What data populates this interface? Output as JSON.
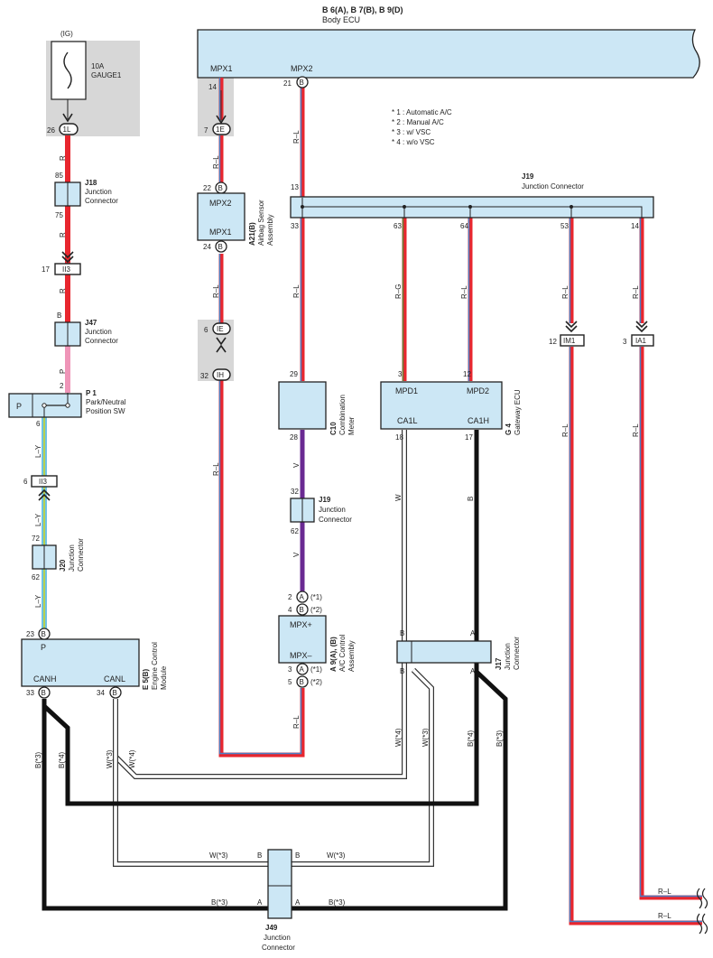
{
  "header": {
    "ecu_ref": "B 6(A), B 7(B), B 9(D)",
    "ecu_name": "Body ECU"
  },
  "notes": [
    "* 1 : Automatic A/C",
    "* 2 : Manual A/C",
    "* 3 : w/ VSC",
    "* 4 : w/o VSC"
  ],
  "fuse": {
    "supply": "(IG)",
    "rating": "10A",
    "name": "GAUGE1",
    "pin": "26",
    "connector": "1L"
  },
  "body_ecu": {
    "mpx1": "MPX1",
    "mpx2": "MPX2",
    "pin_mpx1": "14",
    "pin_mpx2": "21",
    "conn_mpx2": "B"
  },
  "conn_1e": {
    "pin": "7",
    "label": "1E"
  },
  "j18": {
    "ref": "J18",
    "name1": "Junction",
    "name2": "Connector",
    "pin_top": "85",
    "pin_bottom": "75"
  },
  "ii3_top": {
    "pin": "17",
    "label": "II3"
  },
  "j47": {
    "ref": "J47",
    "name1": "Junction",
    "name2": "Connector",
    "pin_top": "B",
    "pin_bottom": "2"
  },
  "p1": {
    "ref": "P 1",
    "name1": "Park/Neutral",
    "name2": "Position SW",
    "inside": "P",
    "pin_bottom": "6"
  },
  "ii3_mid": {
    "pin": "6",
    "label": "II3"
  },
  "j20": {
    "ref": "J20",
    "name1": "Junction",
    "name2": "Connector",
    "pin_top": "72",
    "pin_bottom": "62"
  },
  "ecm": {
    "ref": "E 5(B)",
    "name1": "Engine Control",
    "name2": "Module",
    "pin_p": "23",
    "conn": "B",
    "label_p": "P",
    "label_canh": "CANH",
    "label_canl": "CANL",
    "pin_canh": "33",
    "pin_canl": "34"
  },
  "airbag": {
    "ref": "A21(B)",
    "name1": "Airbag Sensor",
    "name2": "Assembly",
    "mpx2": "MPX2",
    "mpx1": "MPX1",
    "pin_top": "22",
    "pin_bottom": "24",
    "conn": "B"
  },
  "conn_ie": {
    "pin": "6",
    "label": "IE"
  },
  "conn_ih": {
    "pin": "32",
    "label": "IH"
  },
  "j19_top": {
    "ref": "J19",
    "name1": "Junction Connector",
    "pin_in": "13",
    "pin_33": "33",
    "pin_63": "63",
    "pin_64": "64",
    "pin_53": "53",
    "pin_14": "14"
  },
  "c10": {
    "ref": "C10",
    "name1": "Combination",
    "name2": "Meter",
    "pin_top": "29",
    "pin_bottom": "28"
  },
  "j19_mid": {
    "ref": "J19",
    "name1": "Junction",
    "name2": "Connector",
    "pin_top": "32",
    "pin_bottom": "62"
  },
  "ac": {
    "ref": "A 9(A), (B)",
    "name1": "A/C Control",
    "name2": "Assembly",
    "mpx_plus": "MPX+",
    "mpx_minus": "MPX–",
    "p_top1": "2",
    "c_top1": "A",
    "n_top1": "(*1)",
    "p_top2": "4",
    "c_top2": "B",
    "n_top2": "(*2)",
    "p_bot1": "3",
    "c_bot1": "A",
    "n_bot1": "(*1)",
    "p_bot2": "5",
    "c_bot2": "B",
    "n_bot2": "(*2)"
  },
  "gateway": {
    "ref": "G 4",
    "name1": "Gateway ECU",
    "mpd1": "MPD1",
    "mpd2": "MPD2",
    "ca1l": "CA1L",
    "ca1h": "CA1H",
    "pin_mpd1": "3",
    "pin_mpd2": "12",
    "pin_ca1l": "18",
    "pin_ca1h": "17"
  },
  "im1": {
    "pin": "12",
    "label": "IM1"
  },
  "ia1": {
    "pin": "3",
    "label": "IA1"
  },
  "j17": {
    "ref": "J17",
    "name1": "Junction",
    "name2": "Connector",
    "b_top": "B",
    "a_top": "A",
    "b_bot": "B",
    "a_bot": "A"
  },
  "j49": {
    "ref": "J49",
    "name1": "Junction",
    "name2": "Connector",
    "b_left": "B",
    "b_right": "B",
    "a_left": "A",
    "a_right": "A"
  },
  "wires": {
    "rl": "R–L",
    "r": "R",
    "p": "P",
    "ly": "L–Y",
    "rg": "R–G",
    "v": "V",
    "w": "W",
    "b": "B",
    "w3": "W(*3)",
    "w4": "W(*4)",
    "b3": "B(*3)",
    "b4": "B(*4)"
  },
  "colors": {
    "red": "#e8262e",
    "blue_stripe": "#4a7fc4",
    "pink": "#ef95b8",
    "light_blue": "#6fc2e3",
    "yellow": "#c9d42b",
    "violet": "#6a2a92",
    "black": "#111111",
    "green_stripe": "#5a8a3a",
    "component_fill": "#cce7f5",
    "shade": "#d7d7d7"
  }
}
